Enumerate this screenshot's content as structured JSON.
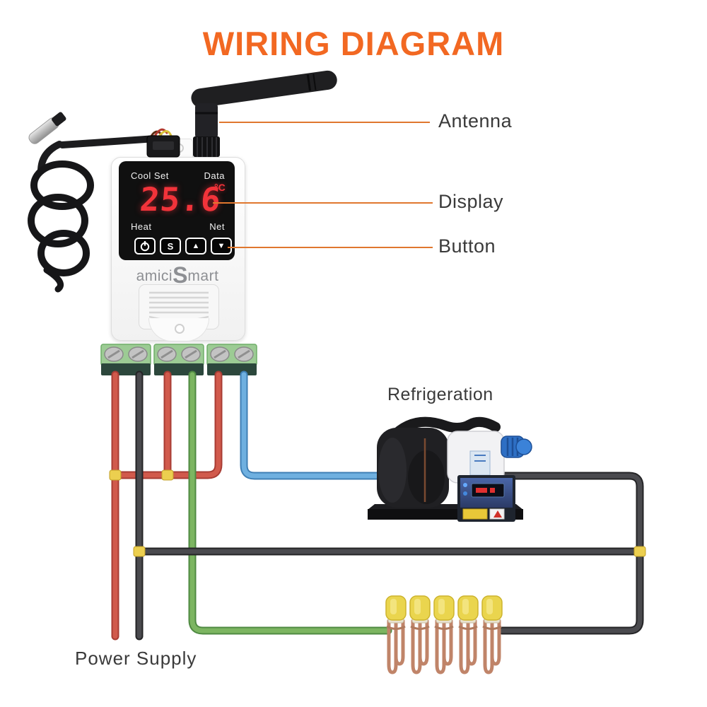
{
  "title": "WIRING DIAGRAM",
  "callouts": {
    "antenna": "Antenna",
    "display": "Display",
    "button": "Button"
  },
  "labels": {
    "refrigeration": "Refrigeration",
    "power_supply": "Power Supply"
  },
  "device": {
    "brand_prefix": "amici",
    "brand_s": "S",
    "brand_suffix": "mart",
    "panel": {
      "cool_set": "Cool Set",
      "data": "Data",
      "heat": "Heat",
      "net": "Net"
    },
    "reading": {
      "value": "25.6",
      "unit": "°C"
    },
    "buttons": {
      "set": "S",
      "up": "▲",
      "down": "▼"
    }
  },
  "colors": {
    "title_orange": "#f26822",
    "leader_orange": "#e0772e",
    "label_gray": "#3a3a3a",
    "display_red": "#f2333a",
    "wire_red": "#c94f44",
    "wire_black": "#3a3a3c",
    "wire_green": "#6fa757",
    "wire_blue": "#5b9fd4",
    "junction_yellow": "#eccf4f",
    "terminal_green": "#9ccb94",
    "heater_cap_yellow": "#ead54e",
    "heater_copper": "#c08469"
  }
}
